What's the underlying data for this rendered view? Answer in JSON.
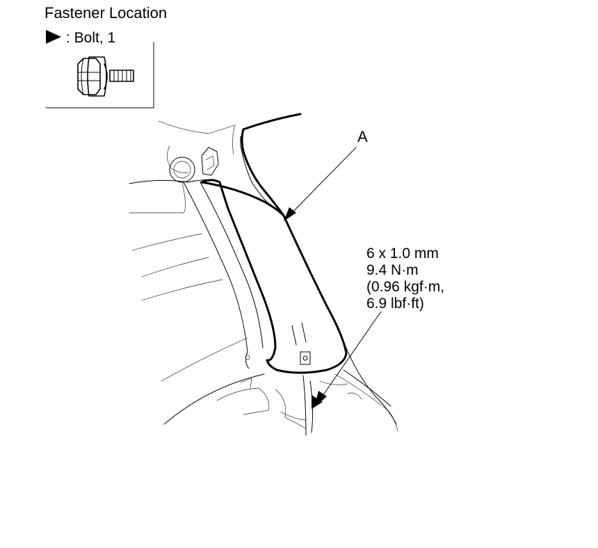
{
  "heading": "Fastener Location",
  "legend": {
    "symbol": "triangle-marker-icon",
    "label": ": Bolt, 1"
  },
  "part_callout": "A",
  "bolt_spec": {
    "line1": "6 x 1.0 mm",
    "line2": "9.4 N·m",
    "line3": "(0.96 kgf·m,",
    "line4": "6.9 lbf·ft)"
  },
  "colors": {
    "line": "#000000",
    "background": "#ffffff"
  }
}
